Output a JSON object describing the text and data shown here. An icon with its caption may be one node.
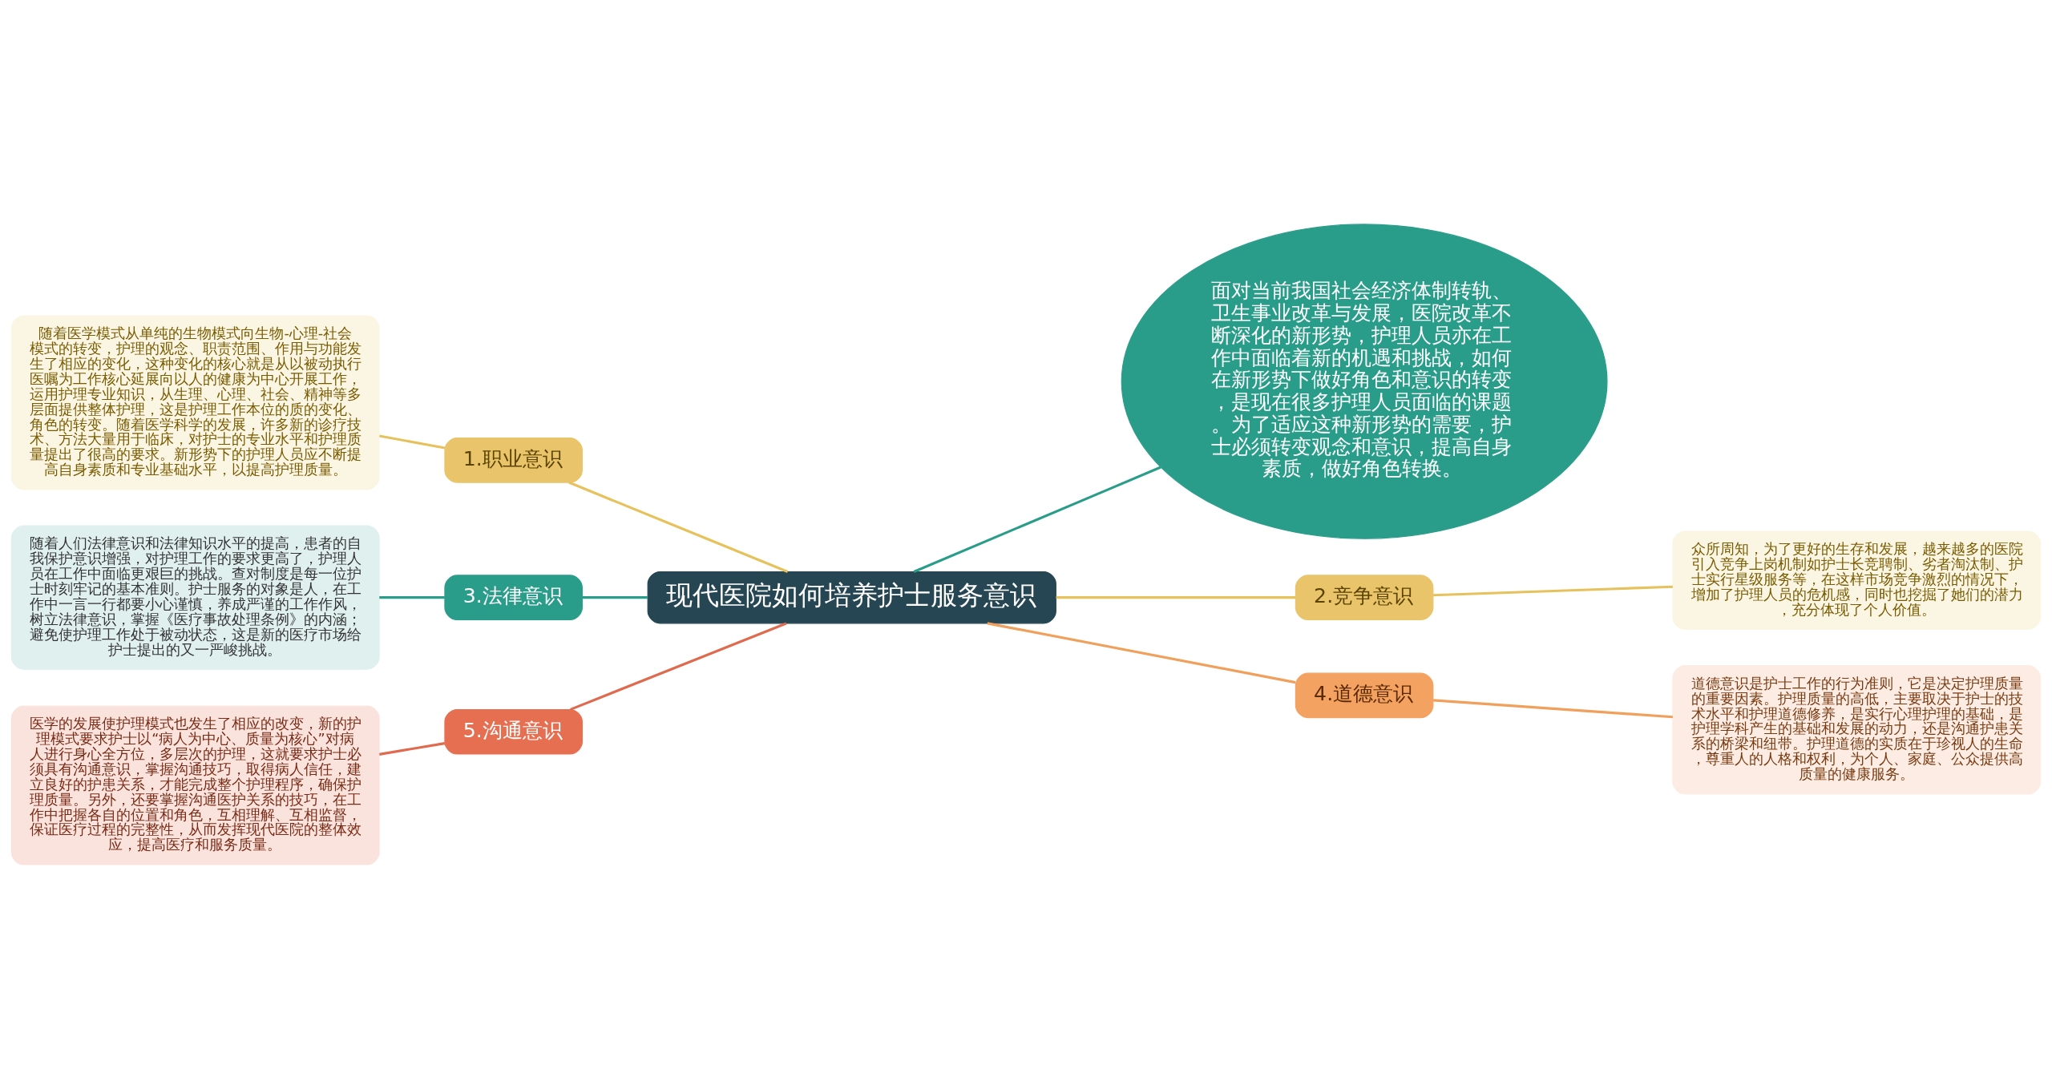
{
  "diagram": {
    "nodes": [
      {
        "text": [
          "现代医院如何培养护士服务意识"
        ]
      },
      {
        "text": [
          "1.职业意识"
        ]
      },
      {
        "text": [
          "随着医学模式从单纯的生物模式向生物-心理-社会模式的转变，护理的观念、职责范围、作用与功能发生了相应的变化，这种变化的核心就是从以被动执行医嘱为工作核心延展向以人的健康为中心开展工作，运用护理专业知识，从生理、心理、社会、精神等多层面提供整体护理，这是护理工作本位的质的变化、角色的转变。随着医学科学的发展，许多新的诊疗技术、方法大量用于临床，对护士的专业水平和护理质量提出了很高的要求。新形势下的护理人员应不断提高自身素质和专业基础水平，以提高护理质量。"
        ]
      },
      {
        "text": [
          "3.法律意识"
        ]
      },
      {
        "text": [
          "随着人们法律意识和法律知识水平的提高，患者的自我保护意识增强，对护理工作的要求更高了，护理人员在工作中面临更艰巨的挑战。查对制度是每一位护士时刻牢记的基本准则。护士服务的对象是人，在工作中一言一行都要小心谨慎，养成严谨的工作作风，树立法律意识，掌握《医疗事故处理条例》的内涵；避免使护理工作处于被动状态，这是新的医疗市场给护士提出的又一严峻挑战。"
        ]
      },
      {
        "text": [
          "5.沟通意识"
        ]
      },
      {
        "text": [
          "医学的发展使护理模式也发生了相应的改变，新的护理模式要求护士以“病人为中心、质量为核心”对病人进行身心全方位，多层次的护理，这就要求护士必须具有沟通意识，掌握沟通技巧，取得病人信任，建立良好的护患关系，才能完成整个护理程序，确保护理质量。另外，还要掌握沟通医护关系的技巧，在工作中把握各自的位置和角色，互相理解、互相监督，保证医疗过程的完整性，从而发挥现代医院的整体效应，提高医疗和服务质量。"
        ]
      },
      {
        "text": [
          "面对当前我国社会经济体制转轨、卫生事业改革与发展，医院改革不断深化的新形势，护理人员亦在工作中面临着新的机遇和挑战，如何在新形势下做好角色和意识的转变，是现在很多护理人员面临的课题。为了适应这种新形势的需要，护士必须转变观念和意识，提高自身素质，做好角色转换。"
        ]
      },
      {
        "text": [
          "2.竞争意识"
        ]
      },
      {
        "text": [
          "众所周知，为了更好的生存和发展，越来越多的医院引入竞争上岗机制如护士长竞聘制、劣者淘汰制、护士实行星级服务等，在这样市场竞争激烈的情况下，增加了护理人员的危机感，同时也挖掘了她们的潜力，充分体现了个人价值。"
        ]
      },
      {
        "text": [
          "4.道德意识"
        ]
      },
      {
        "text": [
          "道德意识是护士工作的行为准则，它是决定护理质量的重要因素。护理质量的高低，主要取决于护士的技术水平和护理道德修养，是实行心理护理的基础，是护理学科产生的基础和发展的动力，还是沟通护患关系的桥梁和纽带。护理道德的实质在于珍视人的生命，尊重人的人格和权利，为个人、家庭、公众提供高质量的健康服务。"
        ]
      }
    ],
    "edges": [
      {
        "from": 0,
        "to": 1,
        "arrow": "none",
        "color": "#e6c15c"
      },
      {
        "from": 1,
        "to": 2,
        "arrow": "none",
        "color": "#e6c15c"
      },
      {
        "from": 0,
        "to": 3,
        "arrow": "none",
        "color": "#2a9d8a"
      },
      {
        "from": 3,
        "to": 4,
        "arrow": "none",
        "color": "#2a9d8a"
      },
      {
        "from": 0,
        "to": 5,
        "arrow": "none",
        "color": "#e06a4e"
      },
      {
        "from": 5,
        "to": 6,
        "arrow": "none",
        "color": "#e06a4e"
      },
      {
        "from": 0,
        "to": 7,
        "arrow": "none",
        "color": "#2a9d8a"
      },
      {
        "from": 0,
        "to": 8,
        "arrow": "none",
        "color": "#e6c15c"
      },
      {
        "from": 8,
        "to": 9,
        "arrow": "none",
        "color": "#e6c15c"
      },
      {
        "from": 0,
        "to": 10,
        "arrow": "none",
        "color": "#f0a05a"
      },
      {
        "from": 10,
        "to": 11,
        "arrow": "none",
        "color": "#f0a05a"
      }
    ]
  }
}
